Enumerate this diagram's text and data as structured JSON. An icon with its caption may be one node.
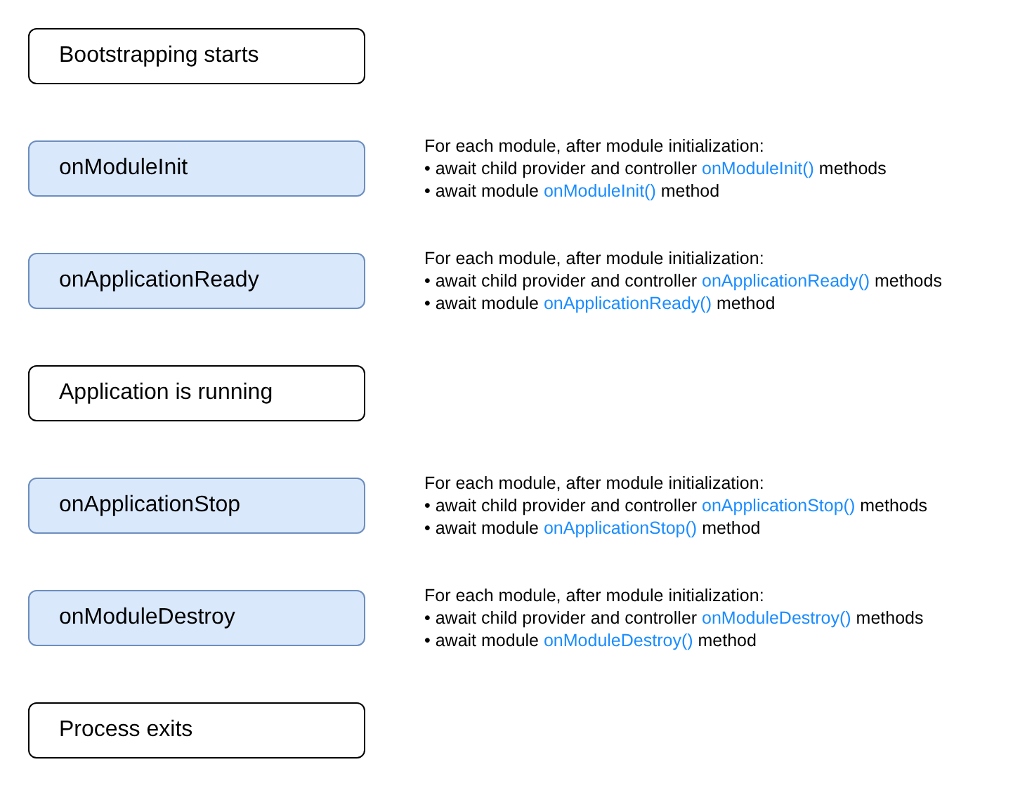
{
  "diagram": {
    "nodes": [
      {
        "text": [
          "Bootstrapping starts"
        ]
      },
      {
        "text": [
          "onModuleInit"
        ],
        "beside": [
          "For each module, after module initialization:",
          "• await child provider and controller onModuleInit() methods",
          "• await module onModuleInit() method"
        ]
      },
      {
        "text": [
          "onApplicationReady"
        ],
        "beside": [
          "For each module, after module initialization:",
          "• await child provider and controller onApplicationReady() methods",
          "• await module onApplicationReady() method"
        ]
      },
      {
        "text": [
          "Application is running"
        ]
      },
      {
        "text": [
          "onApplicationStop"
        ],
        "beside": [
          "For each module, after module initialization:",
          "• await child provider and controller onApplicationStop() methods",
          "• await module onApplicationStop() method"
        ]
      },
      {
        "text": [
          "onModuleDestroy"
        ],
        "beside": [
          "For each module, after module initialization:",
          "• await child provider and controller onModuleDestroy() methods",
          "• await module onModuleDestroy() method"
        ]
      },
      {
        "text": [
          "Process exits"
        ]
      }
    ],
    "edges": []
  }
}
